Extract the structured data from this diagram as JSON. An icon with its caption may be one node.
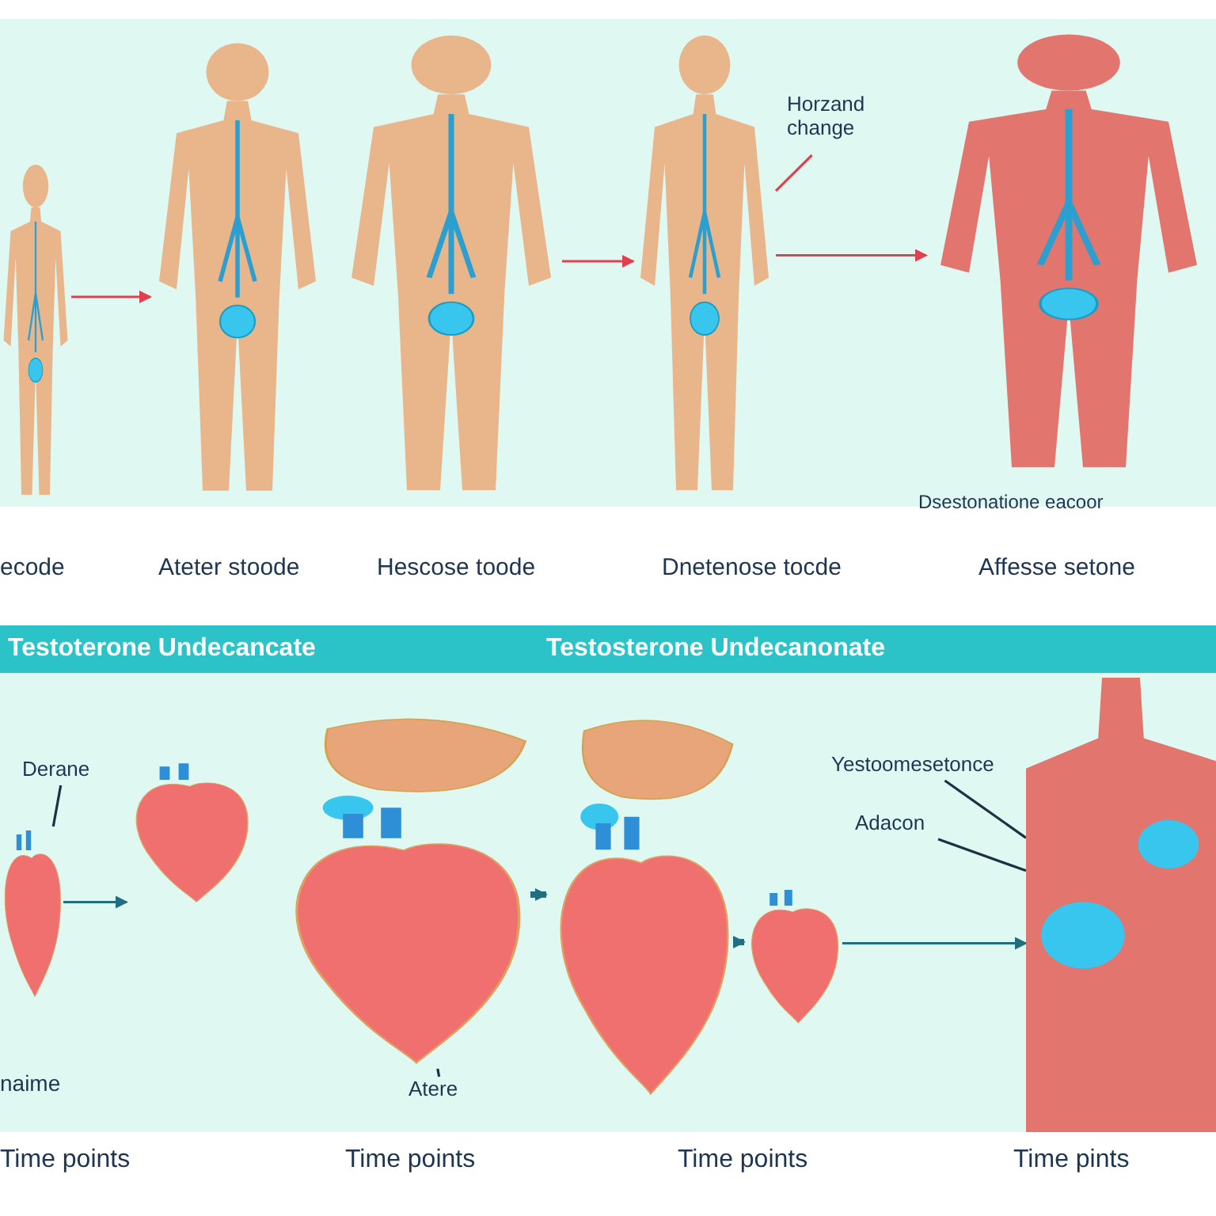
{
  "diagram": {
    "nodes": [
      {
        "text": [],
        "shape": "person",
        "beside": [
          "ecode"
        ]
      },
      {
        "text": [],
        "shape": "person",
        "beside": [
          "Ateter stoode"
        ]
      },
      {
        "text": [],
        "shape": "person",
        "beside": [
          "Hescose toode"
        ]
      },
      {
        "text": [],
        "shape": "person",
        "beside": [
          "Dnetenose tocde"
        ]
      },
      {
        "text": [],
        "shape": "person",
        "beside": [
          "Dsestonatione eacoor",
          "Affesse setone"
        ]
      },
      {
        "text": [
          "Horzand change"
        ]
      },
      {
        "text": [],
        "shape": "picture"
      },
      {
        "text": [],
        "shape": "picture"
      },
      {
        "text": [],
        "shape": "picture"
      },
      {
        "text": [],
        "shape": "picture"
      },
      {
        "text": [],
        "shape": "picture"
      },
      {
        "text": [],
        "shape": "person"
      },
      {
        "text": [
          "Derane"
        ]
      },
      {
        "text": [
          "Atere"
        ]
      },
      {
        "text": [
          "Yestoomesetonce"
        ]
      },
      {
        "text": [
          "Adacon"
        ]
      }
    ],
    "edges": [
      {
        "from": 0,
        "to": 1,
        "arrow": "to"
      },
      {
        "from": 2,
        "to": 3,
        "arrow": "to"
      },
      {
        "from": 3,
        "to": 4,
        "arrow": "to"
      },
      {
        "from": 5,
        "to": 3,
        "arrow": "none"
      },
      {
        "from": 6,
        "to": 7,
        "arrow": "to",
        "color": "#1f6f80"
      },
      {
        "from": 8,
        "to": 9,
        "arrow": "to",
        "style": "thick",
        "color": "#1f6f80"
      },
      {
        "from": 9,
        "to": 10,
        "arrow": "to",
        "style": "thick",
        "color": "#1f6f80"
      },
      {
        "from": 10,
        "to": 11,
        "arrow": "to",
        "color": "#1f6f80"
      },
      {
        "from": 12,
        "to": 6,
        "arrow": "none",
        "color": "#1f2f44"
      },
      {
        "from": 13,
        "to": 8,
        "arrow": "none",
        "color": "#1f2f44"
      },
      {
        "from": 14,
        "to": 11,
        "arrow": "none",
        "color": "#1f2f44"
      },
      {
        "from": 15,
        "to": 11,
        "arrow": "none",
        "color": "#1f2f44"
      }
    ],
    "labels": [
      "Testoterone Undecancate",
      "Testosterone Undecanonate",
      "naime",
      "Time points",
      "Time points",
      "Time points",
      "Time pints"
    ]
  }
}
